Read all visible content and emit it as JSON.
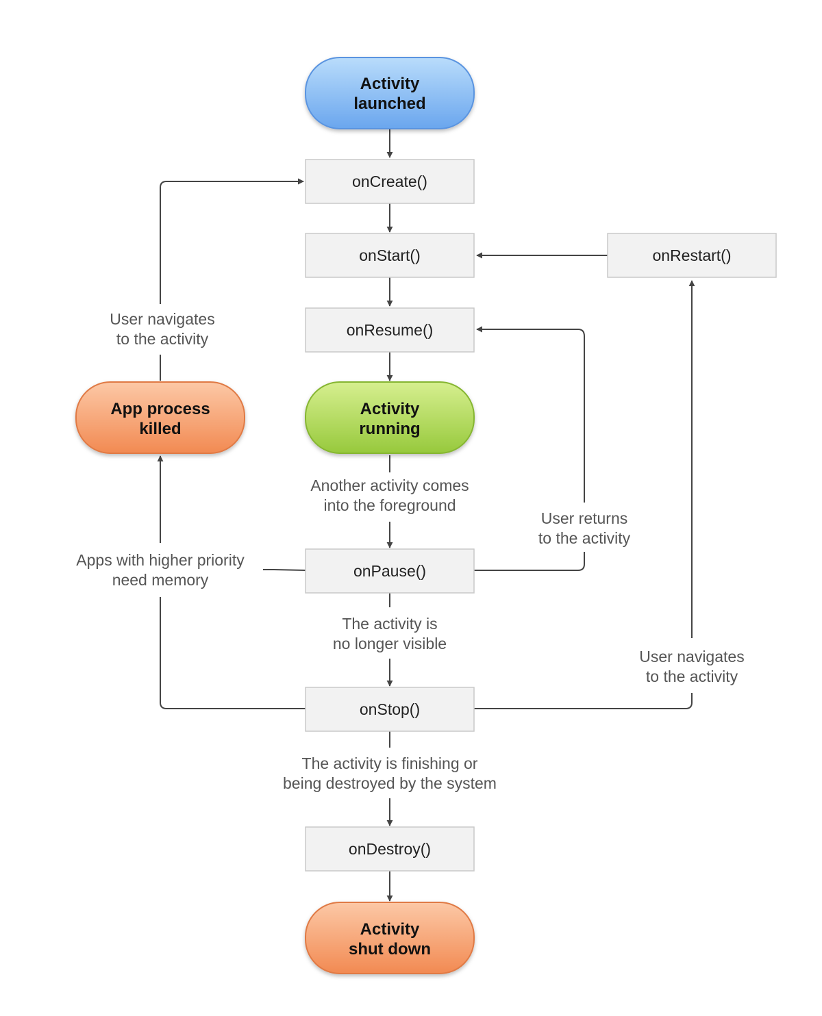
{
  "states": {
    "launched": {
      "line1": "Activity",
      "line2": "launched",
      "color": "#8fc0f2"
    },
    "running": {
      "line1": "Activity",
      "line2": "running",
      "color": "#b7dd62"
    },
    "killed": {
      "line1": "App process",
      "line2": "killed",
      "color": "#f7a678"
    },
    "shutdown": {
      "line1": "Activity",
      "line2": "shut down",
      "color": "#f7a678"
    }
  },
  "callbacks": {
    "oncreate": "onCreate()",
    "onstart": "onStart()",
    "onresume": "onResume()",
    "onpause": "onPause()",
    "onstop": "onStop()",
    "ondestroy": "onDestroy()",
    "onrestart": "onRestart()"
  },
  "edges": {
    "user_navigates_left": {
      "line1": "User navigates",
      "line2": "to the activity"
    },
    "another_activity": {
      "line1": "Another activity comes",
      "line2": "into the foreground"
    },
    "user_returns": {
      "line1": "User returns",
      "line2": "to the activity"
    },
    "higher_priority": {
      "line1": "Apps with higher priority",
      "line2": "need memory"
    },
    "no_longer_visible": {
      "line1": "The activity is",
      "line2": "no longer visible"
    },
    "user_navigates_right": {
      "line1": "User navigates",
      "line2": "to the activity"
    },
    "finishing": {
      "line1": "The activity is finishing or",
      "line2": "being destroyed by the system"
    }
  }
}
